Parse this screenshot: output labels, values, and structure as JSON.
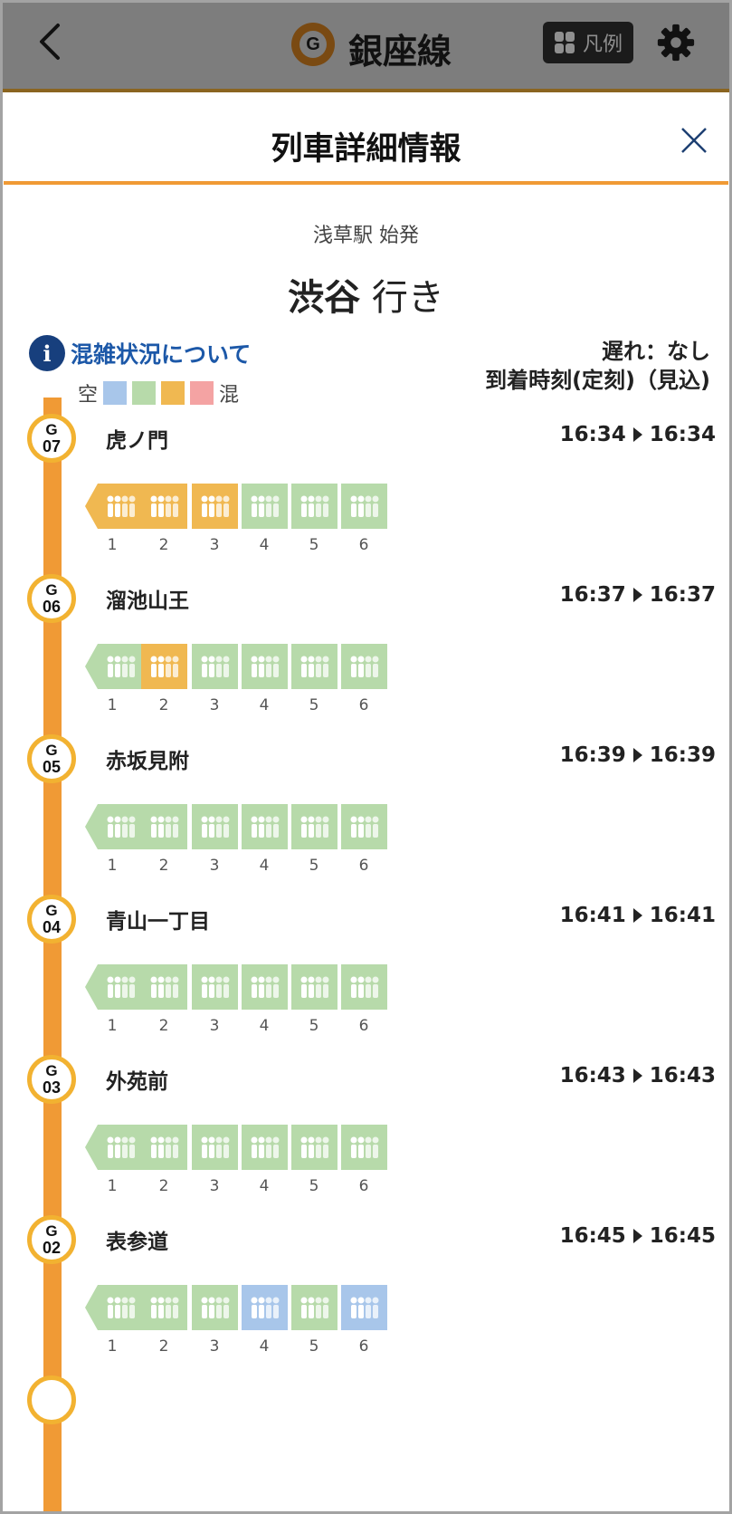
{
  "header": {
    "back_icon": "chevron-left-icon",
    "line_logo_letter": "G",
    "line_name": "銀座線",
    "legend_button_label": "凡例",
    "settings_icon": "gear-icon"
  },
  "sheet": {
    "title": "列車詳細情報",
    "close_icon": "close-icon",
    "origin": "浅草駅 始発",
    "destination_station": "渋谷",
    "destination_suffix": "行き",
    "congestion_link": "混雑状況について",
    "legend_empty": "空",
    "legend_full": "混",
    "delay_text": "遅れ：なし",
    "arrival_header": "到着時刻(定刻)（見込)"
  },
  "colors": {
    "line_orange": "#f09a35",
    "badge_border": "#f2b231",
    "level_1": "#a8c6ea",
    "level_2": "#b7daaa",
    "level_3": "#f0b851",
    "level_4": "#f4a3a3",
    "link_blue": "#1c58a8"
  },
  "stations": [
    {
      "code_letter": "G",
      "code_num": "07",
      "name": "虎ノ門",
      "scheduled": "16:34",
      "expected": "16:34",
      "cars": [
        3,
        3,
        3,
        2,
        2,
        2
      ],
      "car_numbers": [
        "1",
        "2",
        "3",
        "4",
        "5",
        "6"
      ]
    },
    {
      "code_letter": "G",
      "code_num": "06",
      "name": "溜池山王",
      "scheduled": "16:37",
      "expected": "16:37",
      "cars": [
        2,
        3,
        2,
        2,
        2,
        2
      ],
      "car_numbers": [
        "1",
        "2",
        "3",
        "4",
        "5",
        "6"
      ]
    },
    {
      "code_letter": "G",
      "code_num": "05",
      "name": "赤坂見附",
      "scheduled": "16:39",
      "expected": "16:39",
      "cars": [
        2,
        2,
        2,
        2,
        2,
        2
      ],
      "car_numbers": [
        "1",
        "2",
        "3",
        "4",
        "5",
        "6"
      ]
    },
    {
      "code_letter": "G",
      "code_num": "04",
      "name": "青山一丁目",
      "scheduled": "16:41",
      "expected": "16:41",
      "cars": [
        2,
        2,
        2,
        2,
        2,
        2
      ],
      "car_numbers": [
        "1",
        "2",
        "3",
        "4",
        "5",
        "6"
      ]
    },
    {
      "code_letter": "G",
      "code_num": "03",
      "name": "外苑前",
      "scheduled": "16:43",
      "expected": "16:43",
      "cars": [
        2,
        2,
        2,
        2,
        2,
        2
      ],
      "car_numbers": [
        "1",
        "2",
        "3",
        "4",
        "5",
        "6"
      ]
    },
    {
      "code_letter": "G",
      "code_num": "02",
      "name": "表参道",
      "scheduled": "16:45",
      "expected": "16:45",
      "cars": [
        2,
        2,
        2,
        1,
        2,
        1
      ],
      "car_numbers": [
        "1",
        "2",
        "3",
        "4",
        "5",
        "6"
      ]
    }
  ]
}
